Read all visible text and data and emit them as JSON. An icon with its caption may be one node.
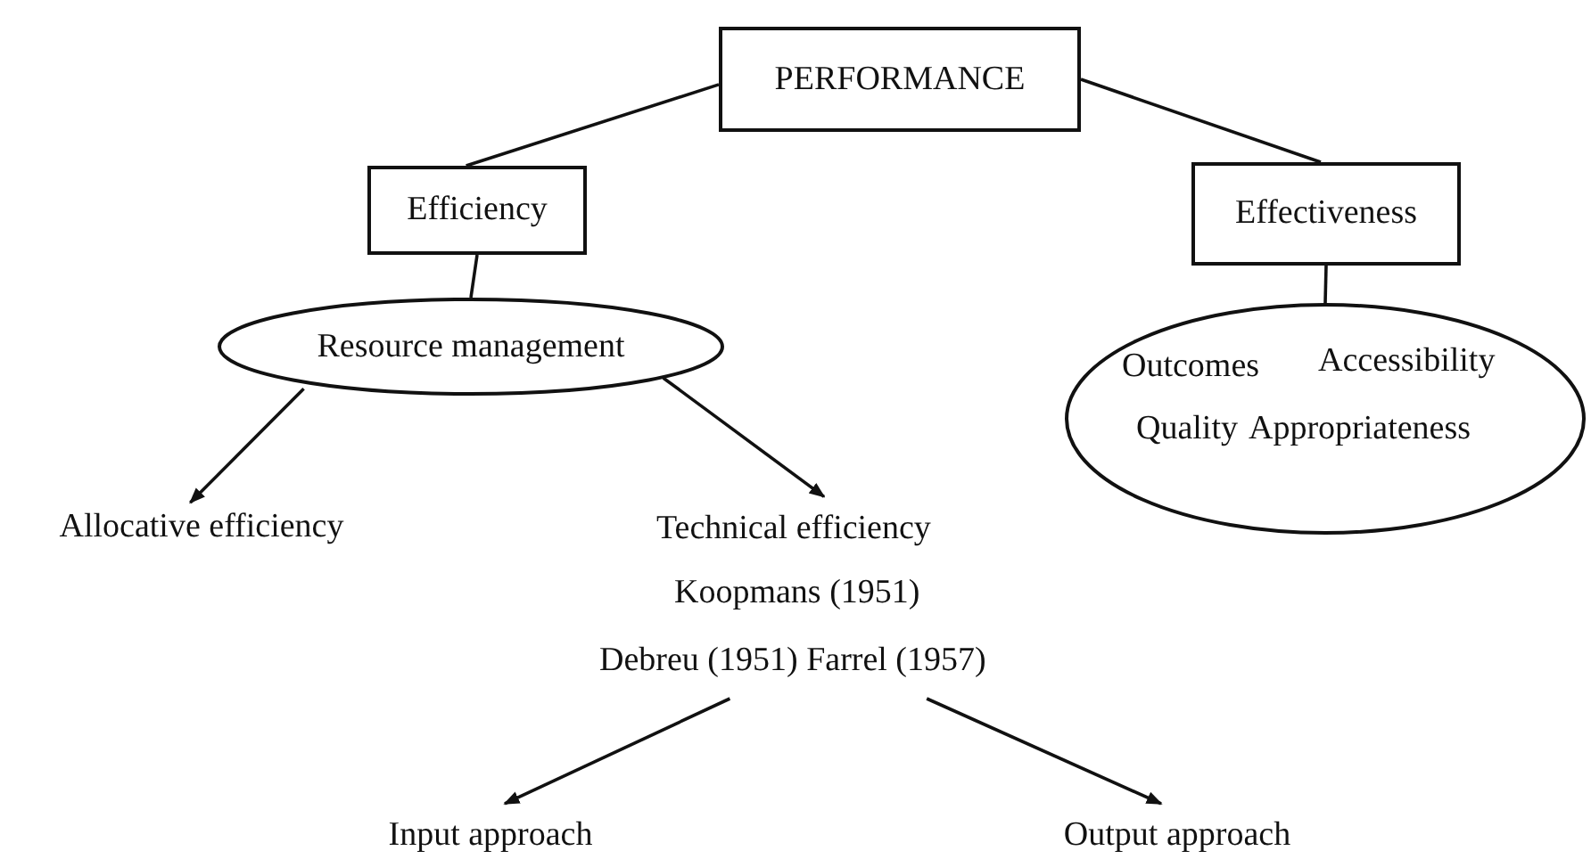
{
  "diagram": {
    "nodes": [
      {
        "text": [
          "PERFORMANCE"
        ]
      },
      {
        "text": [
          "Efficiency"
        ]
      },
      {
        "text": [
          "Effectiveness"
        ]
      },
      {
        "text": [
          "Resource management"
        ]
      },
      {
        "text": [
          "Outcomes",
          "Accessibility",
          "Quality",
          "Appropriateness"
        ]
      },
      {
        "text": [
          "Allocative efficiency"
        ]
      },
      {
        "text": [
          "Technical efficiency",
          "Koopmans (1951)",
          "Debreu (1951) Farrel (1957)"
        ]
      },
      {
        "text": [
          "Input approach"
        ]
      },
      {
        "text": [
          "Output approach"
        ]
      }
    ],
    "edges": [
      {
        "from": 0,
        "to": 1,
        "arrow": "none"
      },
      {
        "from": 0,
        "to": 2,
        "arrow": "none"
      },
      {
        "from": 1,
        "to": 3,
        "arrow": "none"
      },
      {
        "from": 2,
        "to": 4,
        "arrow": "none"
      },
      {
        "from": 3,
        "to": 5,
        "arrow": "to"
      },
      {
        "from": 3,
        "to": 6,
        "arrow": "to"
      },
      {
        "from": 6,
        "to": 7,
        "arrow": "to"
      },
      {
        "from": 6,
        "to": 8,
        "arrow": "to"
      }
    ]
  }
}
